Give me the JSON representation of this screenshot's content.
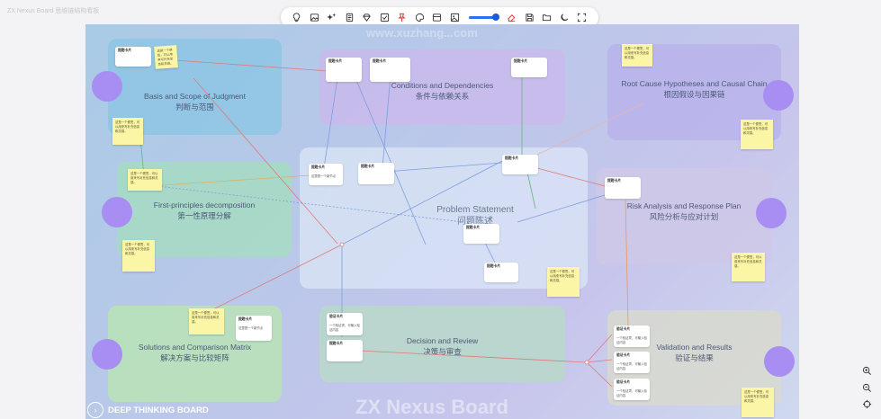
{
  "app": {
    "title": "ZX Nexus Board 思维链结构看板"
  },
  "toolbar": {
    "buttons": [
      {
        "icon": "bulb-icon"
      },
      {
        "icon": "image-icon"
      },
      {
        "icon": "sparkles-icon"
      },
      {
        "icon": "document-icon"
      },
      {
        "icon": "diamond-icon"
      },
      {
        "icon": "checkbox-icon"
      },
      {
        "icon": "pin-icon"
      },
      {
        "icon": "palette-icon"
      },
      {
        "icon": "frame-icon"
      },
      {
        "icon": "picture-icon"
      },
      {
        "icon": "eraser-icon"
      },
      {
        "icon": "save-icon"
      },
      {
        "icon": "folder-icon"
      },
      {
        "icon": "moon-icon"
      },
      {
        "icon": "fullscreen-icon"
      }
    ],
    "zoom_level": 1.0
  },
  "board": {
    "watermark_top": "www.xuzhang...com",
    "watermark_bottom": "ZX Nexus Board",
    "deep_thinking_label": "DEEP THINKING BOARD",
    "center": {
      "title": "Problem Statement",
      "subtitle": "问题陈述"
    },
    "zones": [
      {
        "id": "basis",
        "title": "Basis and Scope of Judgment",
        "subtitle": "判断与范围",
        "color": "#8ec5e4"
      },
      {
        "id": "conditions",
        "title": "Conditions and Dependencies",
        "subtitle": "条件与依赖关系",
        "color": "#cbb9ec"
      },
      {
        "id": "root",
        "title": "Root Cause Hypotheses and Causal Chain",
        "subtitle": "根因假设与因果链",
        "color": "#b9b3ec"
      },
      {
        "id": "first",
        "title": "First-principles decomposition",
        "subtitle": "第一性原理分解",
        "color": "#a6dcc2"
      },
      {
        "id": "risk",
        "title": "Risk Analysis and Response Plan",
        "subtitle": "风险分析与应对计划",
        "color": "#cfc8e8"
      },
      {
        "id": "solutions",
        "title": "Solutions and Comparison Matrix",
        "subtitle": "解决方案与比较矩阵",
        "color": "#b9e3b6"
      },
      {
        "id": "decision",
        "title": "Decision and Review",
        "subtitle": "决策与审查",
        "color": "#b9d8c9"
      },
      {
        "id": "validation",
        "title": "Validation and Results",
        "subtitle": "验证与结果",
        "color": "#d8d9cf"
      }
    ],
    "node_header": "提题卡片",
    "node_body": "这里是一个新节点",
    "sticky_text": "这是一个便签，可以用来写补充信息和灵感。",
    "decision_header": "验证卡片",
    "decision_body": "一个验证项，可输入验证内容"
  }
}
